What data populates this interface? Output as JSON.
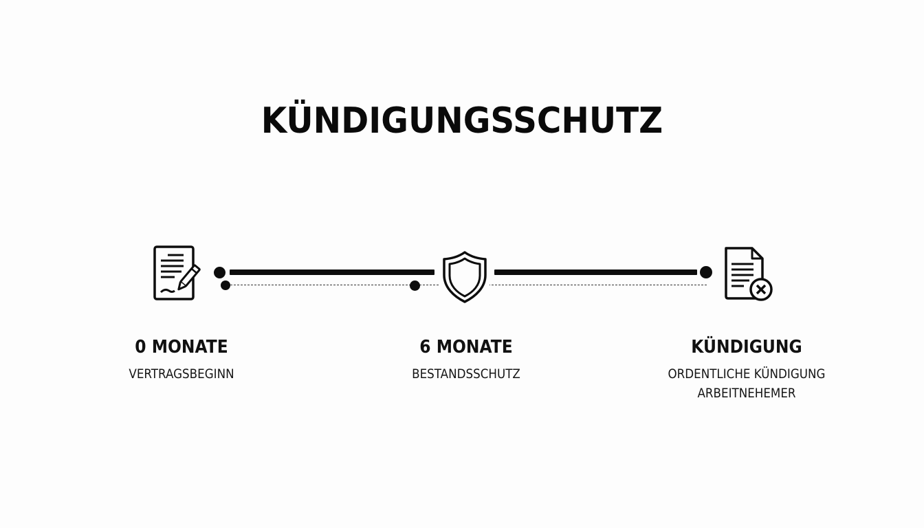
{
  "diagram": {
    "title": "KÜNDIGUNGSSCHUTZ",
    "timeline": {
      "line_color": "#0d0d0d",
      "background_color": "#fdfdfd",
      "milestones": [
        {
          "icon": "contract-sign-icon",
          "heading": "0 MONATE",
          "subtitle_lines": [
            "VERTRAGSBEGINN"
          ]
        },
        {
          "icon": "shield-icon",
          "heading": "6 MONATE",
          "subtitle_lines": [
            "BESTANDSSCHUTZ"
          ]
        },
        {
          "icon": "document-cancel-icon",
          "heading": "KÜNDIGUNG",
          "subtitle_lines": [
            "ORDENTLICHE KÜNDIGUNG",
            "ARBEITNEHEMER"
          ]
        }
      ]
    }
  }
}
